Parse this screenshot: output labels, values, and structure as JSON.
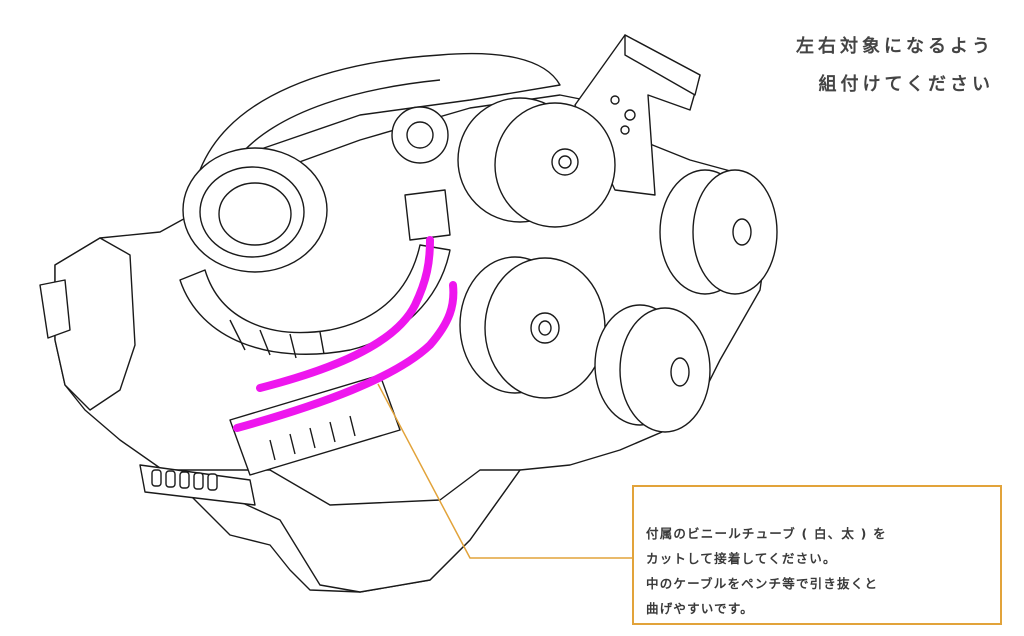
{
  "title": [
    "左右対象になるよう",
    "組付けてください"
  ],
  "note": [
    "付属のビニールチューブ ( 白、太 ) を",
    "カットして接着してください。",
    "中のケーブルをペンチ等で引き抜くと",
    "曲げやすいです。"
  ],
  "colors": {
    "tube": "#ee16ee",
    "leader": "#e2a33a",
    "line": "#1a1a1a"
  }
}
